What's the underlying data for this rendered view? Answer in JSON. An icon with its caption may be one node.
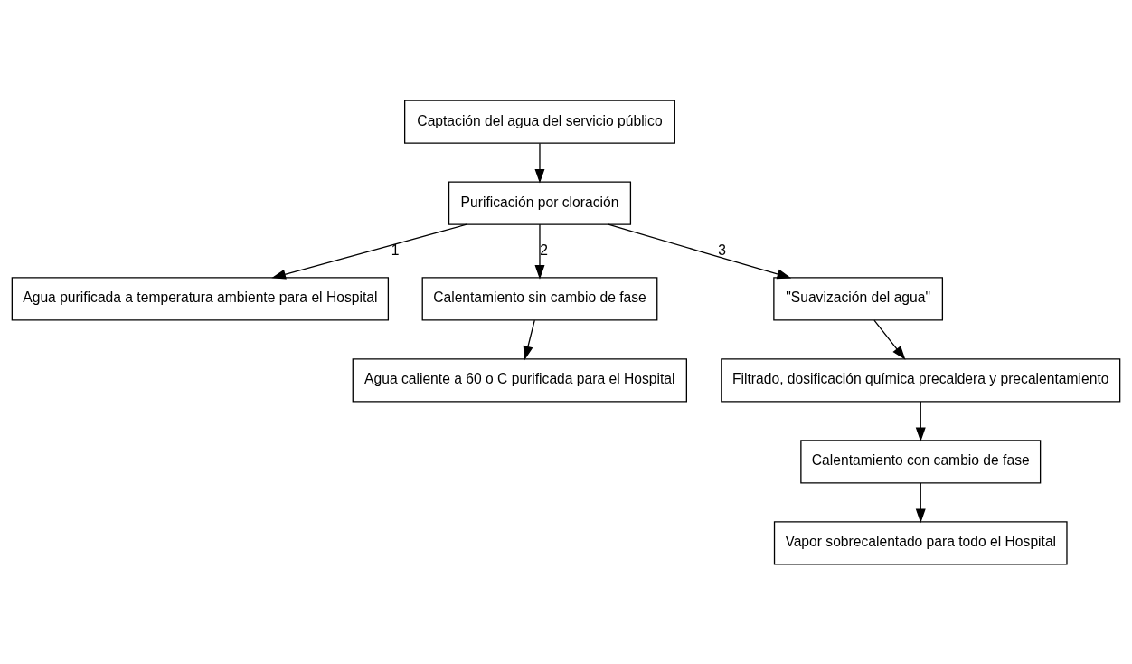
{
  "diagram": {
    "nodes": [
      {
        "text": [
          "Captación del agua del servicio público"
        ]
      },
      {
        "text": [
          "Purificación por cloración"
        ]
      },
      {
        "text": [
          "Agua purificada a temperatura ambiente para el Hospital"
        ]
      },
      {
        "text": [
          "Calentamiento sin cambio de fase"
        ]
      },
      {
        "text": [
          "\"Suavización del agua\""
        ]
      },
      {
        "text": [
          "Agua caliente a 60 o C purificada para el Hospital"
        ]
      },
      {
        "text": [
          "Filtrado, dosificación química precaldera y precalentamiento"
        ]
      },
      {
        "text": [
          "Calentamiento con cambio de fase"
        ]
      },
      {
        "text": [
          "Vapor sobrecalentado para todo el Hospital"
        ]
      }
    ],
    "edges": [
      {
        "from": 0,
        "to": 1,
        "arrow": "to"
      },
      {
        "from": 1,
        "to": 2,
        "arrow": "to",
        "label": "1"
      },
      {
        "from": 1,
        "to": 3,
        "arrow": "to",
        "label": "2"
      },
      {
        "from": 1,
        "to": 4,
        "arrow": "to",
        "label": "3"
      },
      {
        "from": 3,
        "to": 5,
        "arrow": "to"
      },
      {
        "from": 4,
        "to": 6,
        "arrow": "to"
      },
      {
        "from": 6,
        "to": 7,
        "arrow": "to"
      },
      {
        "from": 7,
        "to": 8,
        "arrow": "to"
      }
    ]
  }
}
